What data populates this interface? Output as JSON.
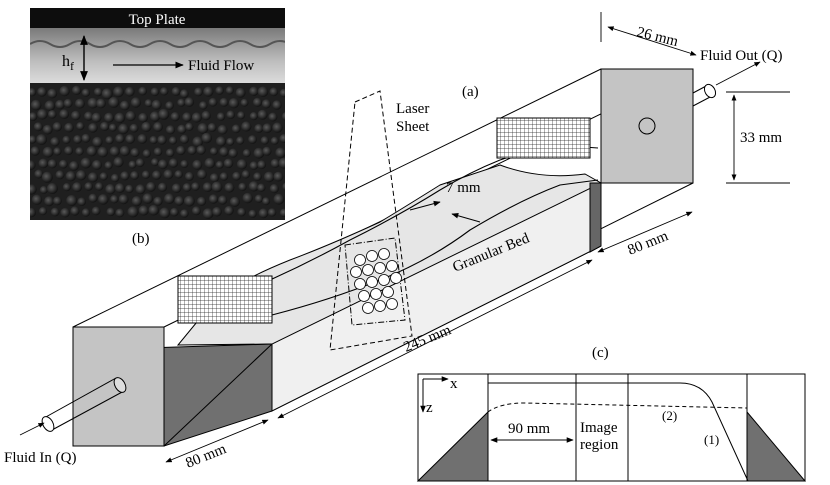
{
  "photo": {
    "top_plate": "Top Plate",
    "h_label": "h",
    "h_sub": "f",
    "flow_label": "Fluid Flow",
    "panel_label": "(b)"
  },
  "main": {
    "panel_label": "(a)",
    "laser_label_1": "Laser",
    "laser_label_2": "Sheet",
    "gap_label": "7 mm",
    "bed_label": "Granular Bed",
    "width_label": "26 mm",
    "height_label": "33 mm",
    "fluid_out": "Fluid Out (Q)",
    "fluid_in": "Fluid In (Q)",
    "length_label": "245 mm",
    "reservoir_out_label": "80 mm",
    "reservoir_in_label": "80 mm"
  },
  "inset": {
    "panel_label": "(c)",
    "x_axis": "x",
    "z_axis": "z",
    "dist_label": "90 mm",
    "region_1": "Image",
    "region_2": "region",
    "curve_2": "(2)",
    "curve_1": "(1)"
  },
  "colors": {
    "end_face": "#c4c4c4",
    "bed": "#e6e6e6",
    "dark_slope": "#707070",
    "photo_bg": "#1f1f1f"
  }
}
